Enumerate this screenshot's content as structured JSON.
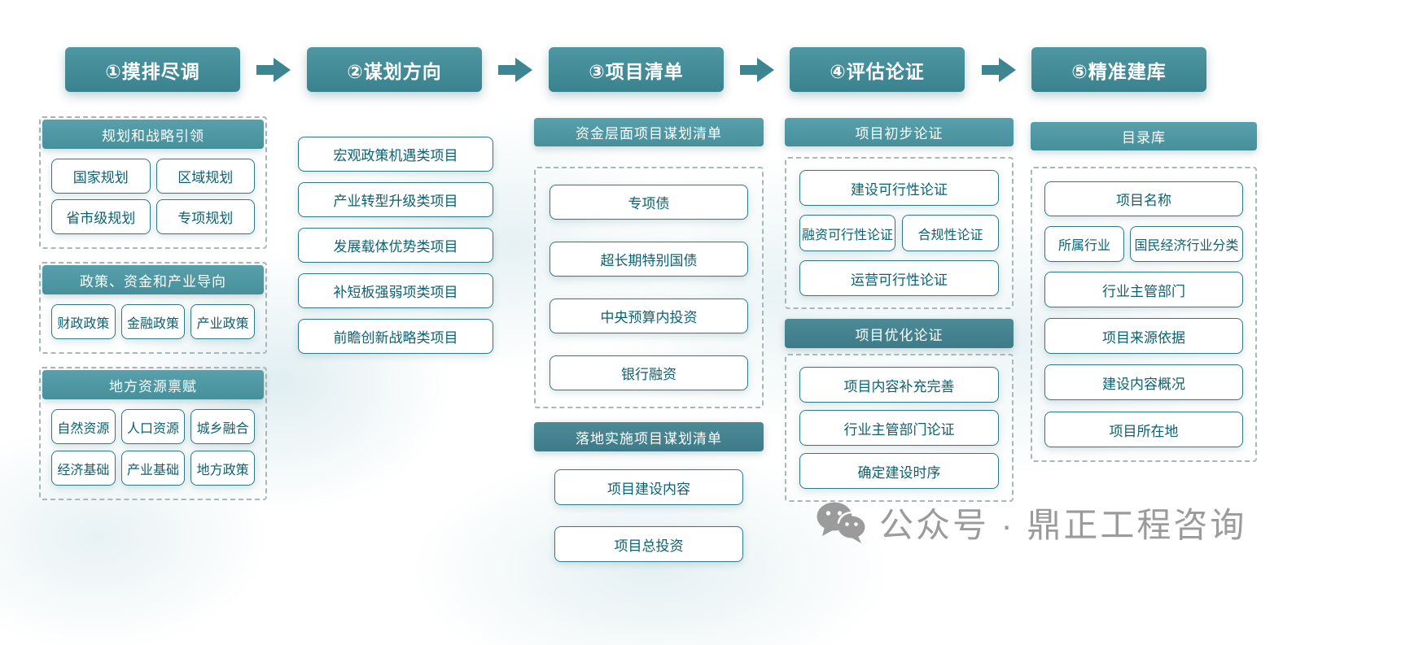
{
  "steps": [
    "①摸排尽调",
    "②谋划方向",
    "③项目清单",
    "④评估论证",
    "⑤精准建库"
  ],
  "col1": {
    "groups": [
      {
        "title": "规划和战略引领",
        "items": [
          "国家规划",
          "区域规划",
          "省市级规划",
          "专项规划"
        ]
      },
      {
        "title": "政策、资金和产业导向",
        "items": [
          "财政政策",
          "金融政策",
          "产业政策"
        ]
      },
      {
        "title": "地方资源禀赋",
        "items": [
          "自然资源",
          "人口资源",
          "城乡融合",
          "经济基础",
          "产业基础",
          "地方政策"
        ]
      }
    ]
  },
  "col2": {
    "items": [
      "宏观政策机遇类项目",
      "产业转型升级类项目",
      "发展载体优势类项目",
      "补短板强弱项类项目",
      "前瞻创新战略类项目"
    ]
  },
  "col3": {
    "group1": {
      "title": "资金层面项目谋划清单",
      "items": [
        "专项债",
        "超长期特别国债",
        "中央预算内投资",
        "银行融资"
      ]
    },
    "group2": {
      "title": "落地实施项目谋划清单",
      "items": [
        "项目建设内容",
        "项目总投资"
      ]
    }
  },
  "col4": {
    "group1": {
      "title": "项目初步论证",
      "row1": "建设可行性论证",
      "row2a": "融资可行性论证",
      "row2b": "合规性论证",
      "row3": "运营可行性论证"
    },
    "group2": {
      "title": "项目优化论证",
      "items": [
        "项目内容补充完善",
        "行业主管部门论证",
        "确定建设时序"
      ]
    }
  },
  "col5": {
    "title": "目录库",
    "row1": "项目名称",
    "row2a": "所属行业",
    "row2b": "国民经济行业分类",
    "rows": [
      "行业主管部门",
      "项目来源依据",
      "建设内容概况",
      "项目所在地"
    ]
  },
  "watermark": {
    "icon": "wechat-icon",
    "text": "公众号 · 鼎正工程咨询"
  },
  "colors": {
    "step_button": "#3d858f",
    "group_header": "#4a909c",
    "group_header_dark": "#3f7e8c",
    "box_border": "#2e7987",
    "box_text": "#0d6170",
    "dashed_border": "#a9b7b9",
    "arrow": "#3d8590",
    "watermark_gray": "#9b9b9b"
  }
}
